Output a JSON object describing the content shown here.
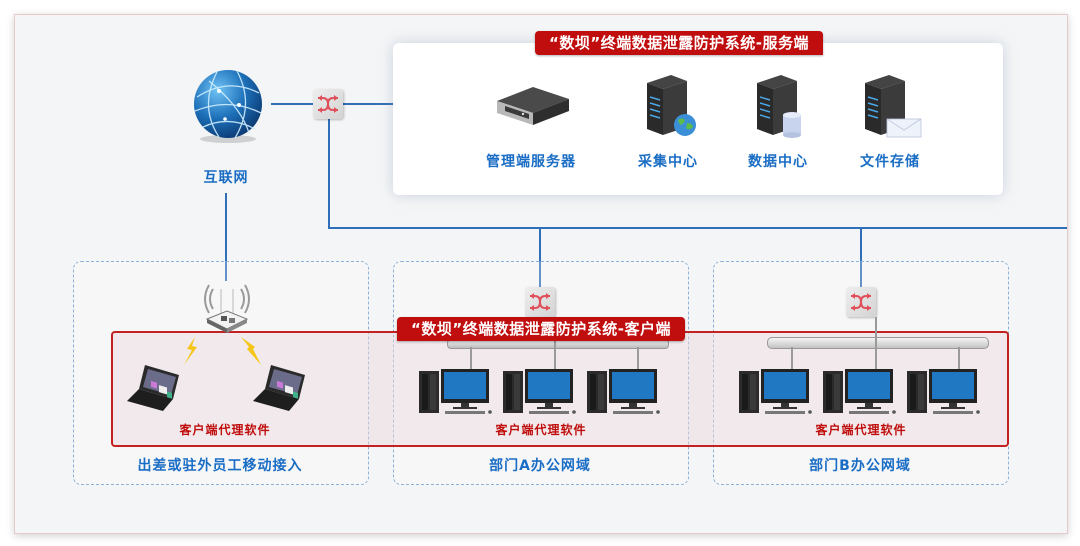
{
  "diagram": {
    "server_banner": "“数坝”终端数据泄露防护系统-服务端",
    "client_banner": "“数坝”终端数据泄露防护系统-客户端",
    "internet": {
      "label": "互联网",
      "icon": "globe-icon"
    },
    "servers": [
      {
        "label": "管理端服务器",
        "icon": "management-server-icon"
      },
      {
        "label": "采集中心",
        "icon": "collection-server-icon"
      },
      {
        "label": "数据中心",
        "icon": "database-server-icon"
      },
      {
        "label": "文件存储",
        "icon": "file-storage-server-icon"
      }
    ],
    "zones": [
      {
        "label": "出差或驻外员工移动接入",
        "agent_label": "客户端代理软件",
        "devices": "laptops"
      },
      {
        "label": "部门A办公网域",
        "agent_label": "客户端代理软件",
        "devices": "desktops"
      },
      {
        "label": "部门B办公网域",
        "agent_label": "客户端代理软件",
        "devices": "desktops"
      }
    ],
    "colors": {
      "accent_red": "#c00d0d",
      "link_blue": "#2e6fb7",
      "label_blue": "#1a6dc4"
    }
  }
}
